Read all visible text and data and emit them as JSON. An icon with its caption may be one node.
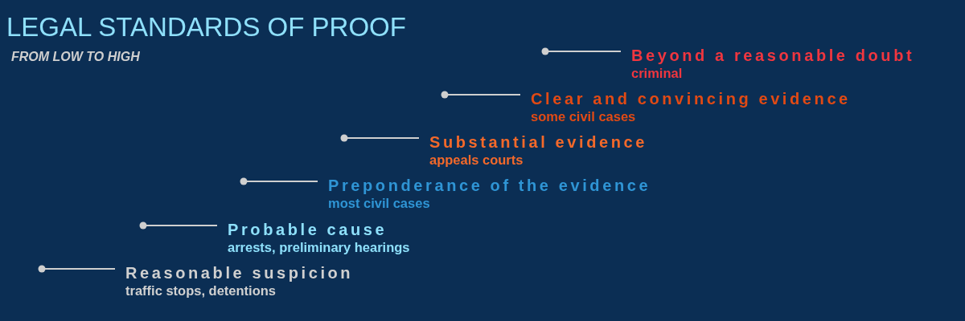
{
  "diagram": {
    "title": "LEGAL STANDARDS OF PROOF",
    "nodes": [
      {
        "text": [
          "Beyond a reasonable doubt",
          "criminal"
        ]
      },
      {
        "text": [
          "Clear and convincing evidence",
          "some civil cases"
        ]
      },
      {
        "text": [
          "Substantial evidence",
          "appeals courts"
        ]
      },
      {
        "text": [
          "Preponderance of the evidence",
          "most civil cases"
        ]
      },
      {
        "text": [
          "Probable cause",
          "arrests, preliminary hearings"
        ]
      },
      {
        "text": [
          "Reasonable suspicion",
          "traffic stops, detentions"
        ]
      }
    ],
    "edges": [
      {
        "from": 0,
        "to": null,
        "arrow": "other"
      },
      {
        "from": 1,
        "to": null,
        "arrow": "other"
      },
      {
        "from": 2,
        "to": null,
        "arrow": "other"
      },
      {
        "from": 3,
        "to": null,
        "arrow": "other"
      },
      {
        "from": 4,
        "to": null,
        "arrow": "other"
      },
      {
        "from": 5,
        "to": null,
        "arrow": "other"
      }
    ],
    "labels": [
      "FROM LOW TO HIGH"
    ]
  }
}
